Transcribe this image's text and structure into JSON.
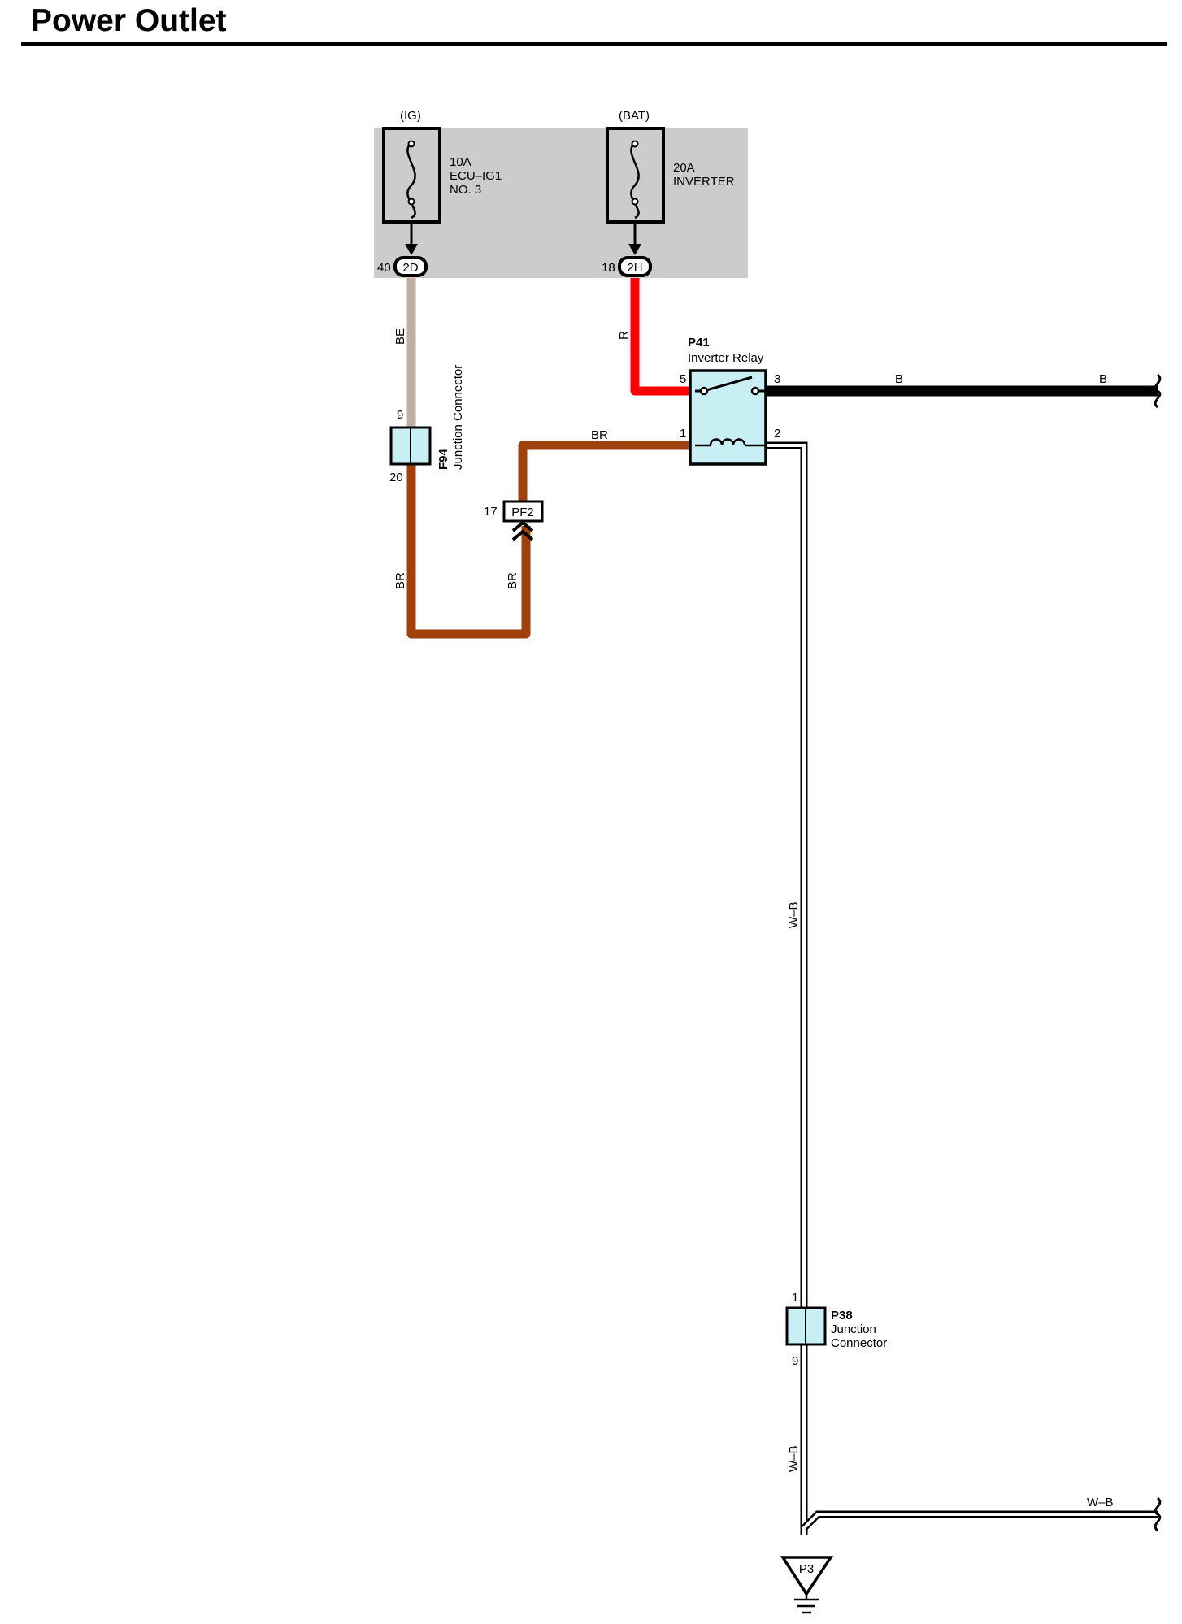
{
  "title": "Power Outlet",
  "colors": {
    "fuse_box": "#cccccc",
    "wire_BE": "#c0b0a0",
    "wire_R": "#ff0000",
    "wire_BR": "#a0400a",
    "wire_B": "#000000",
    "wire_WB": "#ffffff",
    "connector_fill": "#c8f0f4"
  },
  "fuses": [
    {
      "source": "(IG)",
      "rating": "10A",
      "name_line1": "ECU–IG1",
      "name_line2": "NO. 3",
      "pin": "40",
      "connector": "2D"
    },
    {
      "source": "(BAT)",
      "rating": "20A",
      "name_line1": "INVERTER",
      "name_line2": "",
      "pin": "18",
      "connector": "2H"
    }
  ],
  "relay": {
    "id": "P41",
    "name": "Inverter Relay",
    "pins": [
      "5",
      "3",
      "1",
      "2"
    ]
  },
  "junction_f94": {
    "id": "F94",
    "name": "Junction Connector",
    "pin_top": "9",
    "pin_bottom": "20"
  },
  "pf2": {
    "id": "PF2",
    "pin": "17"
  },
  "junction_p38": {
    "id": "P38",
    "name_line1": "Junction",
    "name_line2": "Connector",
    "pin_top": "1",
    "pin_bottom": "9"
  },
  "ground": {
    "id": "P3"
  },
  "wire_labels": {
    "be": "BE",
    "r": "R",
    "br_top": "BR",
    "br_left": "BR",
    "br_right": "BR",
    "b1": "B",
    "b2": "B",
    "wb_upper": "W–B",
    "wb_lower": "W–B",
    "wb_right": "W–B"
  }
}
